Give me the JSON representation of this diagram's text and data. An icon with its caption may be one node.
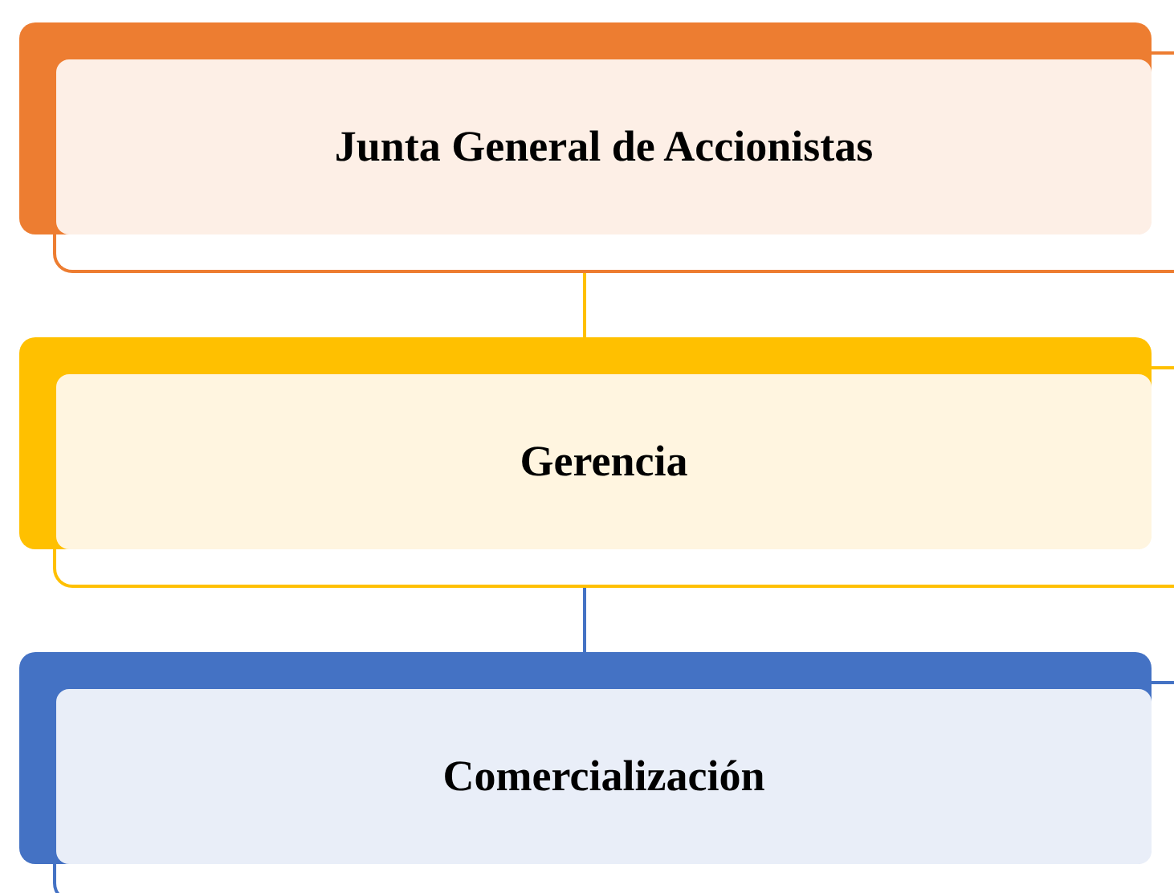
{
  "diagram": {
    "nodes": [
      {
        "text": [
          "Junta General de Accionistas"
        ]
      },
      {
        "text": [
          "Gerencia"
        ]
      },
      {
        "text": [
          "Comercialización"
        ]
      }
    ],
    "edges": [
      {
        "from": 0,
        "to": 1,
        "arrow": "none",
        "color": "#ffc000"
      },
      {
        "from": 1,
        "to": 2,
        "arrow": "none",
        "color": "#4472c4"
      }
    ]
  }
}
